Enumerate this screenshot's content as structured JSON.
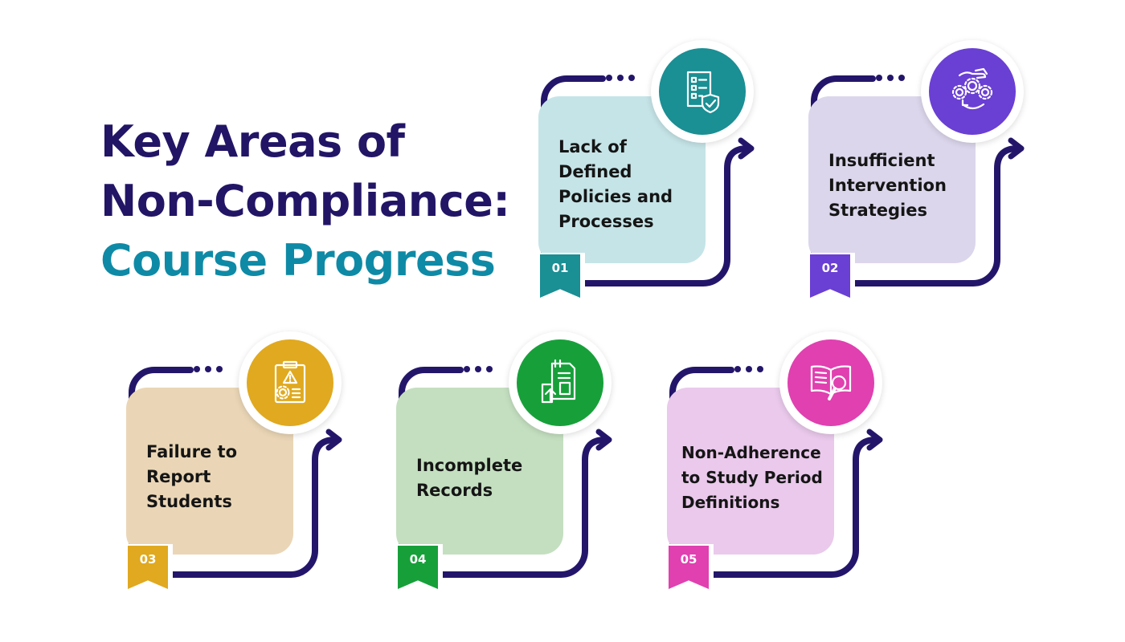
{
  "heading": {
    "line1": "Key Areas of",
    "line2": "Non-Compliance:",
    "line3": "Course Progress",
    "color_primary": "#221566",
    "color_accent": "#0e8aa6"
  },
  "frame_color": "#23166a",
  "items": [
    {
      "number": "01",
      "lines": [
        "Lack of",
        "Defined",
        "Policies and",
        "Processes"
      ],
      "icon": "policy-checklist-icon",
      "accent": "#1a8f94",
      "panel_color": "#c5e4e7"
    },
    {
      "number": "02",
      "lines": [
        "Insufficient",
        "Intervention",
        "Strategies"
      ],
      "icon": "gears-hand-icon",
      "accent": "#6a3fd4",
      "panel_color": "#dcd6ec"
    },
    {
      "number": "03",
      "lines": [
        "Failure to",
        "Report",
        "Students"
      ],
      "icon": "clipboard-warning-icon",
      "accent": "#e0a91f",
      "panel_color": "#ead6b6"
    },
    {
      "number": "04",
      "lines": [
        "Incomplete",
        "Records"
      ],
      "icon": "documents-records-icon",
      "accent": "#17a03a",
      "panel_color": "#c4dfc0"
    },
    {
      "number": "05",
      "lines": [
        "Non-Adherence",
        "to Study Period",
        "Definitions"
      ],
      "icon": "book-magnifier-icon",
      "accent": "#e040b0",
      "panel_color": "#eac9ec"
    }
  ]
}
